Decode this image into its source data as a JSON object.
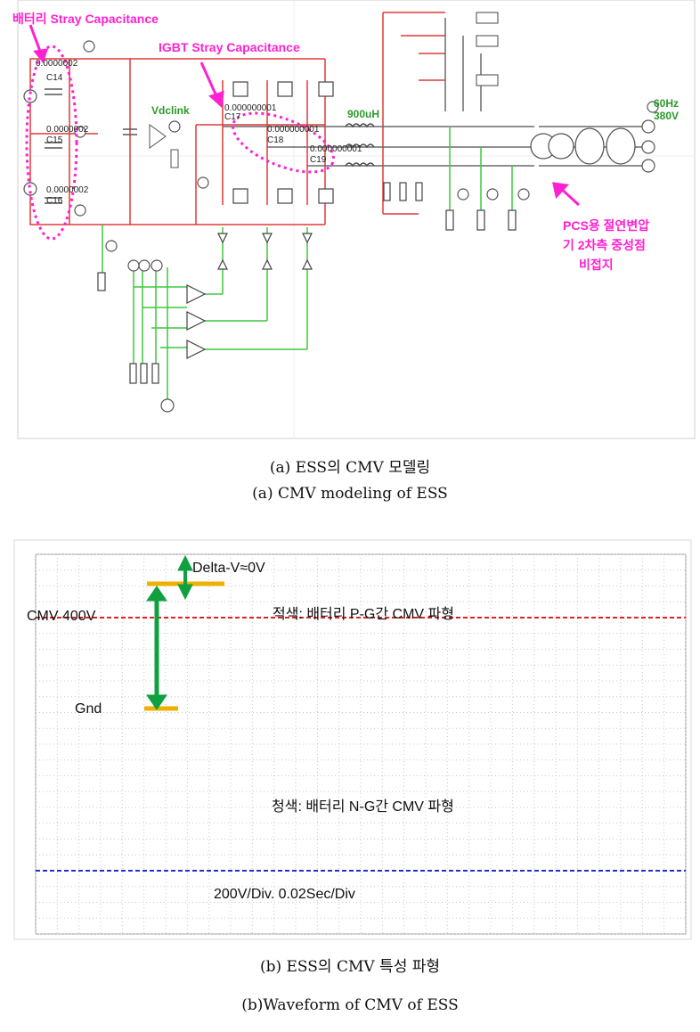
{
  "figure_a": {
    "annotations": {
      "battery_stray": "배터리 Stray Capacitance",
      "igbt_stray": "IGBT Stray Capacitance",
      "pcs_note_1": "PCS용 절연변압",
      "pcs_note_2": "기 2차측 중성점",
      "pcs_note_3": "비접지"
    },
    "labels": {
      "vdclink": "Vdclink",
      "inductor": "900uH",
      "grid_freq": "60Hz",
      "grid_volt": "380V",
      "cap_c14": "C14",
      "cap_c15": "C15",
      "cap_c16": "C16",
      "cap_c17": "C17",
      "cap_c18": "C18",
      "cap_c19": "C19",
      "val_c14": "0.0000002",
      "val_c15": "0.0000002",
      "val_c16": "0.0000002",
      "val_c17": "0.000000001",
      "val_c18": "0.000000001",
      "val_c19": "0.000000001"
    },
    "caption_ko": "(a) ESS의 CMV 모델링",
    "caption_en": "(a) CMV modeling of ESS"
  },
  "figure_b": {
    "annotations": {
      "delta_v": "Delta-V≈0V",
      "cmv": "CMV 400V",
      "gnd": "Gnd",
      "red_desc": "적색: 배터리 P-G간 CMV 파형",
      "blue_desc": "청색: 배터리 N-G간 CMV 파형",
      "scale": "200V/Div. 0.02Sec/Div"
    },
    "caption_ko": "(b) ESS의 CMV 특성 파형",
    "caption_en": "(b)Waveform of CMV of ESS"
  },
  "chart_data": {
    "type": "line",
    "series": [
      {
        "color": "#e02020",
        "values": [
          400,
          400
        ]
      },
      {
        "color": "#2030d0",
        "values": [
          -400,
          -400
        ]
      }
    ],
    "ylim": [
      -600,
      600
    ],
    "grid": true
  },
  "colors": {
    "wire": "#e03a3a",
    "signal": "#3ec93e",
    "annotation": "#ff20d0",
    "arrow": "#10a040",
    "marker": "#f0b000",
    "component": "#606060"
  }
}
